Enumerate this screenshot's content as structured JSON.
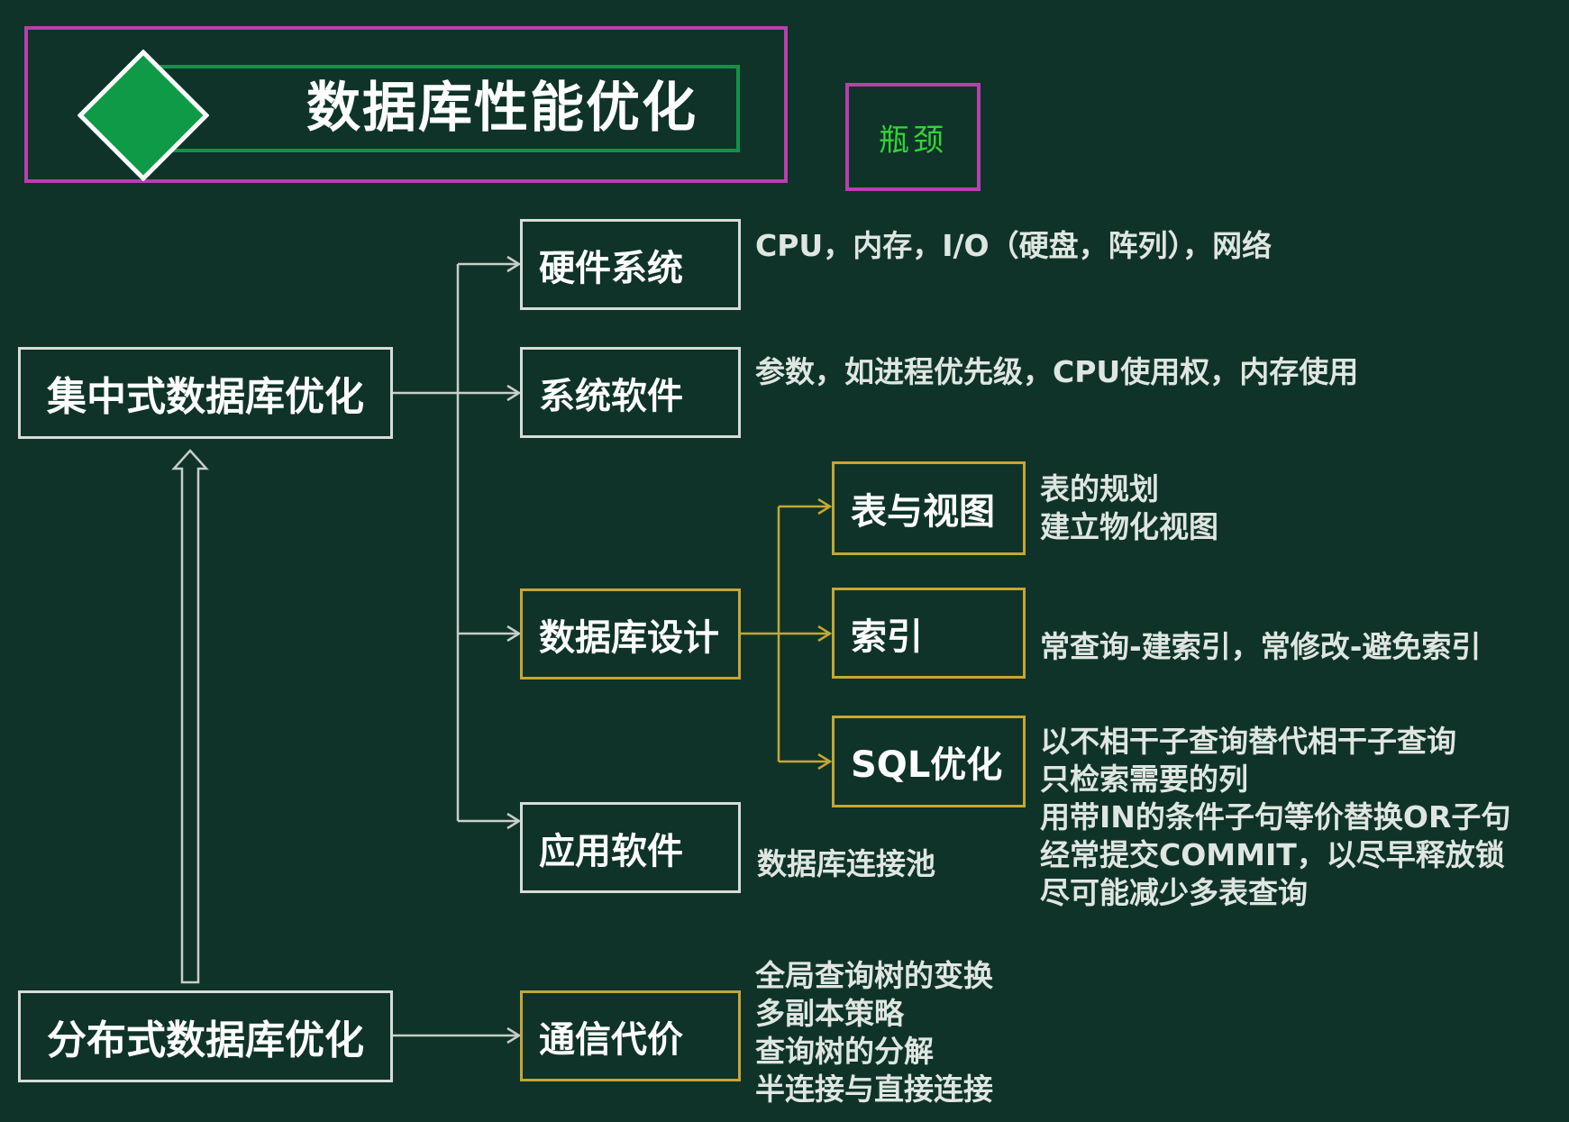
{
  "title": "数据库性能优化",
  "tag": "瓶颈",
  "colors": {
    "background": "#0f3328",
    "accent_magenta": "#b83fb0",
    "accent_green": "#14904a",
    "node_border_white": "#d8dcd8",
    "node_border_gold": "#c6a636"
  },
  "icons": {
    "title_diamond": "green-diamond-icon"
  },
  "roots": {
    "centralized": "集中式数据库优化",
    "distributed": "分布式数据库优化"
  },
  "nodes": {
    "hardware": "硬件系统",
    "system_software": "系统软件",
    "db_design": "数据库设计",
    "app_software": "应用软件",
    "comm_cost": "通信代价",
    "tables_views": "表与视图",
    "index": "索引",
    "sql_opt": "SQL优化"
  },
  "descriptions": {
    "hardware": "CPU，内存，I/O（硬盘，阵列），网络",
    "system_software": "参数，如进程优先级，CPU使用权，内存使用",
    "app_software": "数据库连接池",
    "index": "常查询-建索引，常修改-避免索引",
    "tables_views": [
      "表的规划",
      "建立物化视图"
    ],
    "sql_opt": [
      "以不相干子查询替代相干子查询",
      "只检索需要的列",
      "用带IN的条件子句等价替换OR子句",
      "经常提交COMMIT，以尽早释放锁",
      "尽可能减少多表查询"
    ],
    "comm_cost": [
      "全局查询树的变换",
      "多副本策略",
      "查询树的分解",
      "半连接与直接连接"
    ]
  }
}
